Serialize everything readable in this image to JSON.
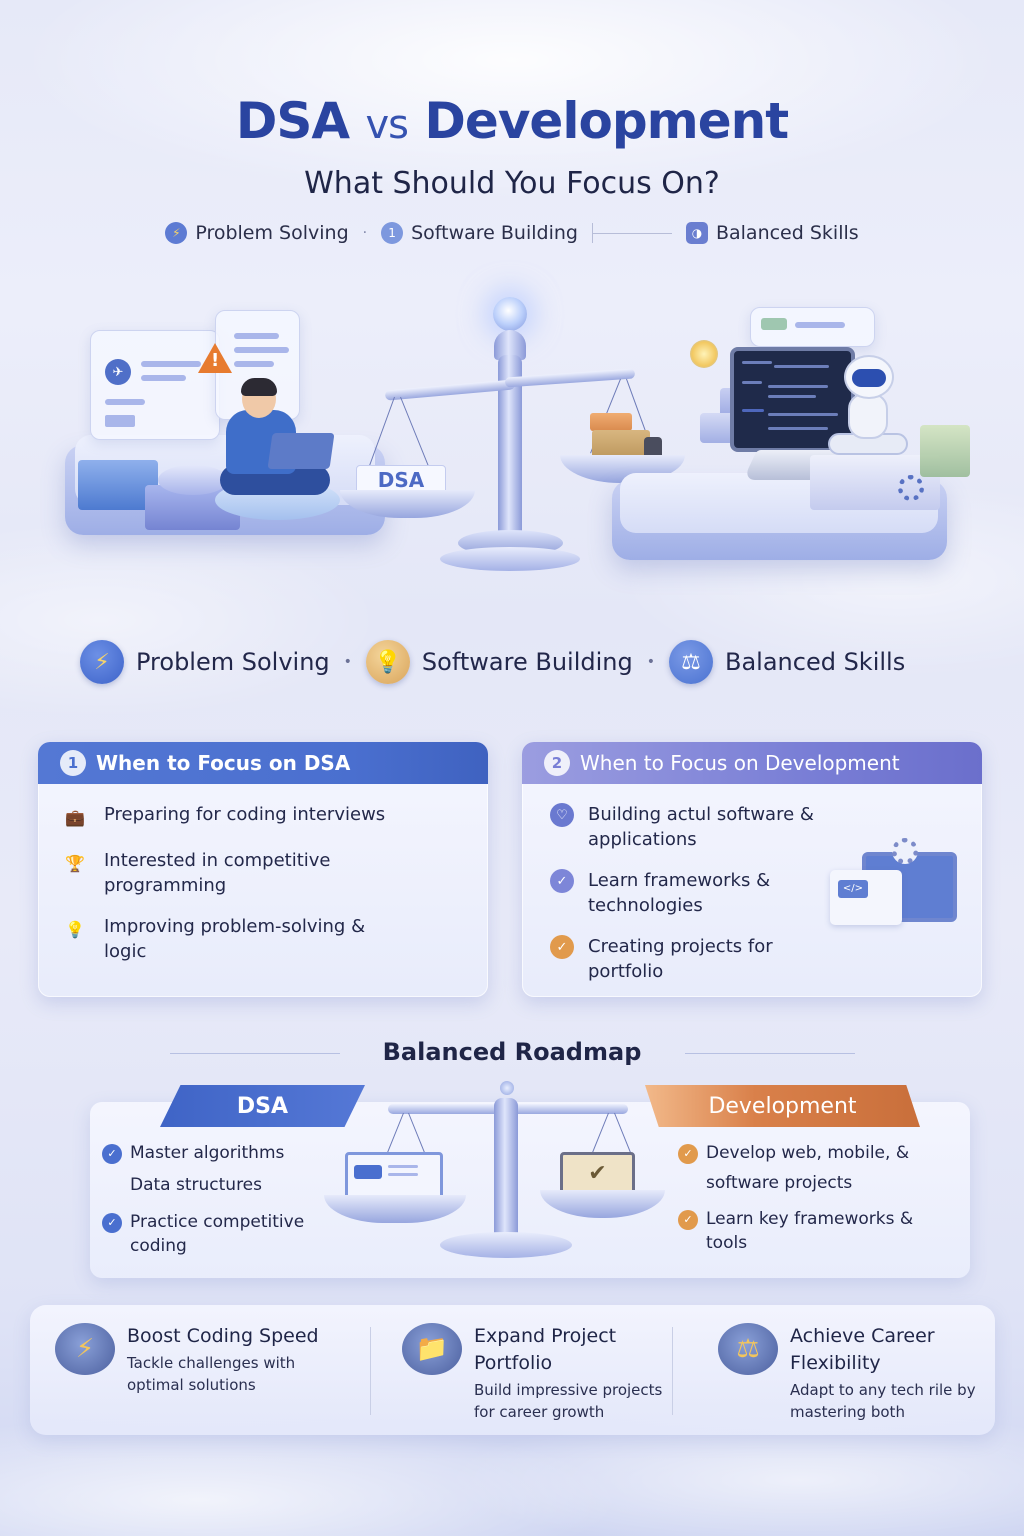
{
  "header": {
    "title_left": "DSA",
    "title_vs": "vs",
    "title_right": "Development",
    "subtitle": "What Should You Focus On?",
    "tags": [
      {
        "label": "Problem Solving",
        "icon": "lightning-icon"
      },
      {
        "label": "Software Building",
        "icon": "number-one-icon"
      },
      {
        "label": "Balanced Skills",
        "icon": "balance-icon"
      }
    ]
  },
  "hero": {
    "dsa_pan_label": "DSA",
    "warning_mark": "!"
  },
  "skill_tags": [
    {
      "label": "Problem Solving",
      "icon": "lightning-icon",
      "glyph": "⚡",
      "color": "#3d63c9"
    },
    {
      "label": "Software Building",
      "icon": "lightbulb-icon",
      "glyph": "💡",
      "color": "#d9a45a"
    },
    {
      "label": "Balanced Skills",
      "icon": "scale-icon",
      "glyph": "⚖",
      "color": "#4a72d1"
    }
  ],
  "focus_cards": {
    "dsa": {
      "number": "1",
      "title": "When to Focus on DSA",
      "header_color": "#4a6fcf",
      "items": [
        {
          "icon": "briefcase-icon",
          "glyph": "💼",
          "text": "Preparing for coding interviews"
        },
        {
          "icon": "trophy-icon",
          "glyph": "🏆",
          "text": "Interested in competitive programming"
        },
        {
          "icon": "lightbulb-icon",
          "glyph": "💡",
          "text": "Improving problem-solving & logic"
        }
      ]
    },
    "development": {
      "number": "2",
      "title": "When to Focus on Development",
      "header_color": "#7a7fd6",
      "items": [
        {
          "icon": "heart-check-icon",
          "glyph": "♡",
          "color": "#6a79d0",
          "text": "Building actul software & applications"
        },
        {
          "icon": "check-circle-icon",
          "glyph": "✓",
          "color": "#7d86d8",
          "text": "Learn frameworks & technologies"
        },
        {
          "icon": "check-circle-icon",
          "glyph": "✓",
          "color": "#e19a4c",
          "text": "Creating projects for portfolio"
        }
      ]
    }
  },
  "roadmap": {
    "title": "Balanced Roadmap",
    "dsa": {
      "label": "DSA",
      "color": "#4a6fcf",
      "items": [
        {
          "check": true,
          "text": "Master algorithms"
        },
        {
          "check": false,
          "text": "Data structures"
        },
        {
          "check": true,
          "text": "Practice competitive coding"
        }
      ]
    },
    "development": {
      "label": "Development",
      "color": "#d9804a",
      "items": [
        {
          "check": true,
          "text": "Develop web, mobile, & software projects"
        },
        {
          "check": true,
          "text": "Learn key frameworks & tools"
        }
      ]
    }
  },
  "benefits": [
    {
      "icon": "lightning-icon",
      "glyph": "⚡",
      "title": "Boost Coding Speed",
      "desc": "Tackle challenges with optimal solutions"
    },
    {
      "icon": "folder-icon",
      "glyph": "📁",
      "title": "Expand Project Portfolio",
      "desc": "Build impressive projects for career growth"
    },
    {
      "icon": "scale-icon",
      "glyph": "⚖",
      "title": "Achieve Career Flexibility",
      "desc": "Adapt to any tech rile by mastering both"
    }
  ]
}
